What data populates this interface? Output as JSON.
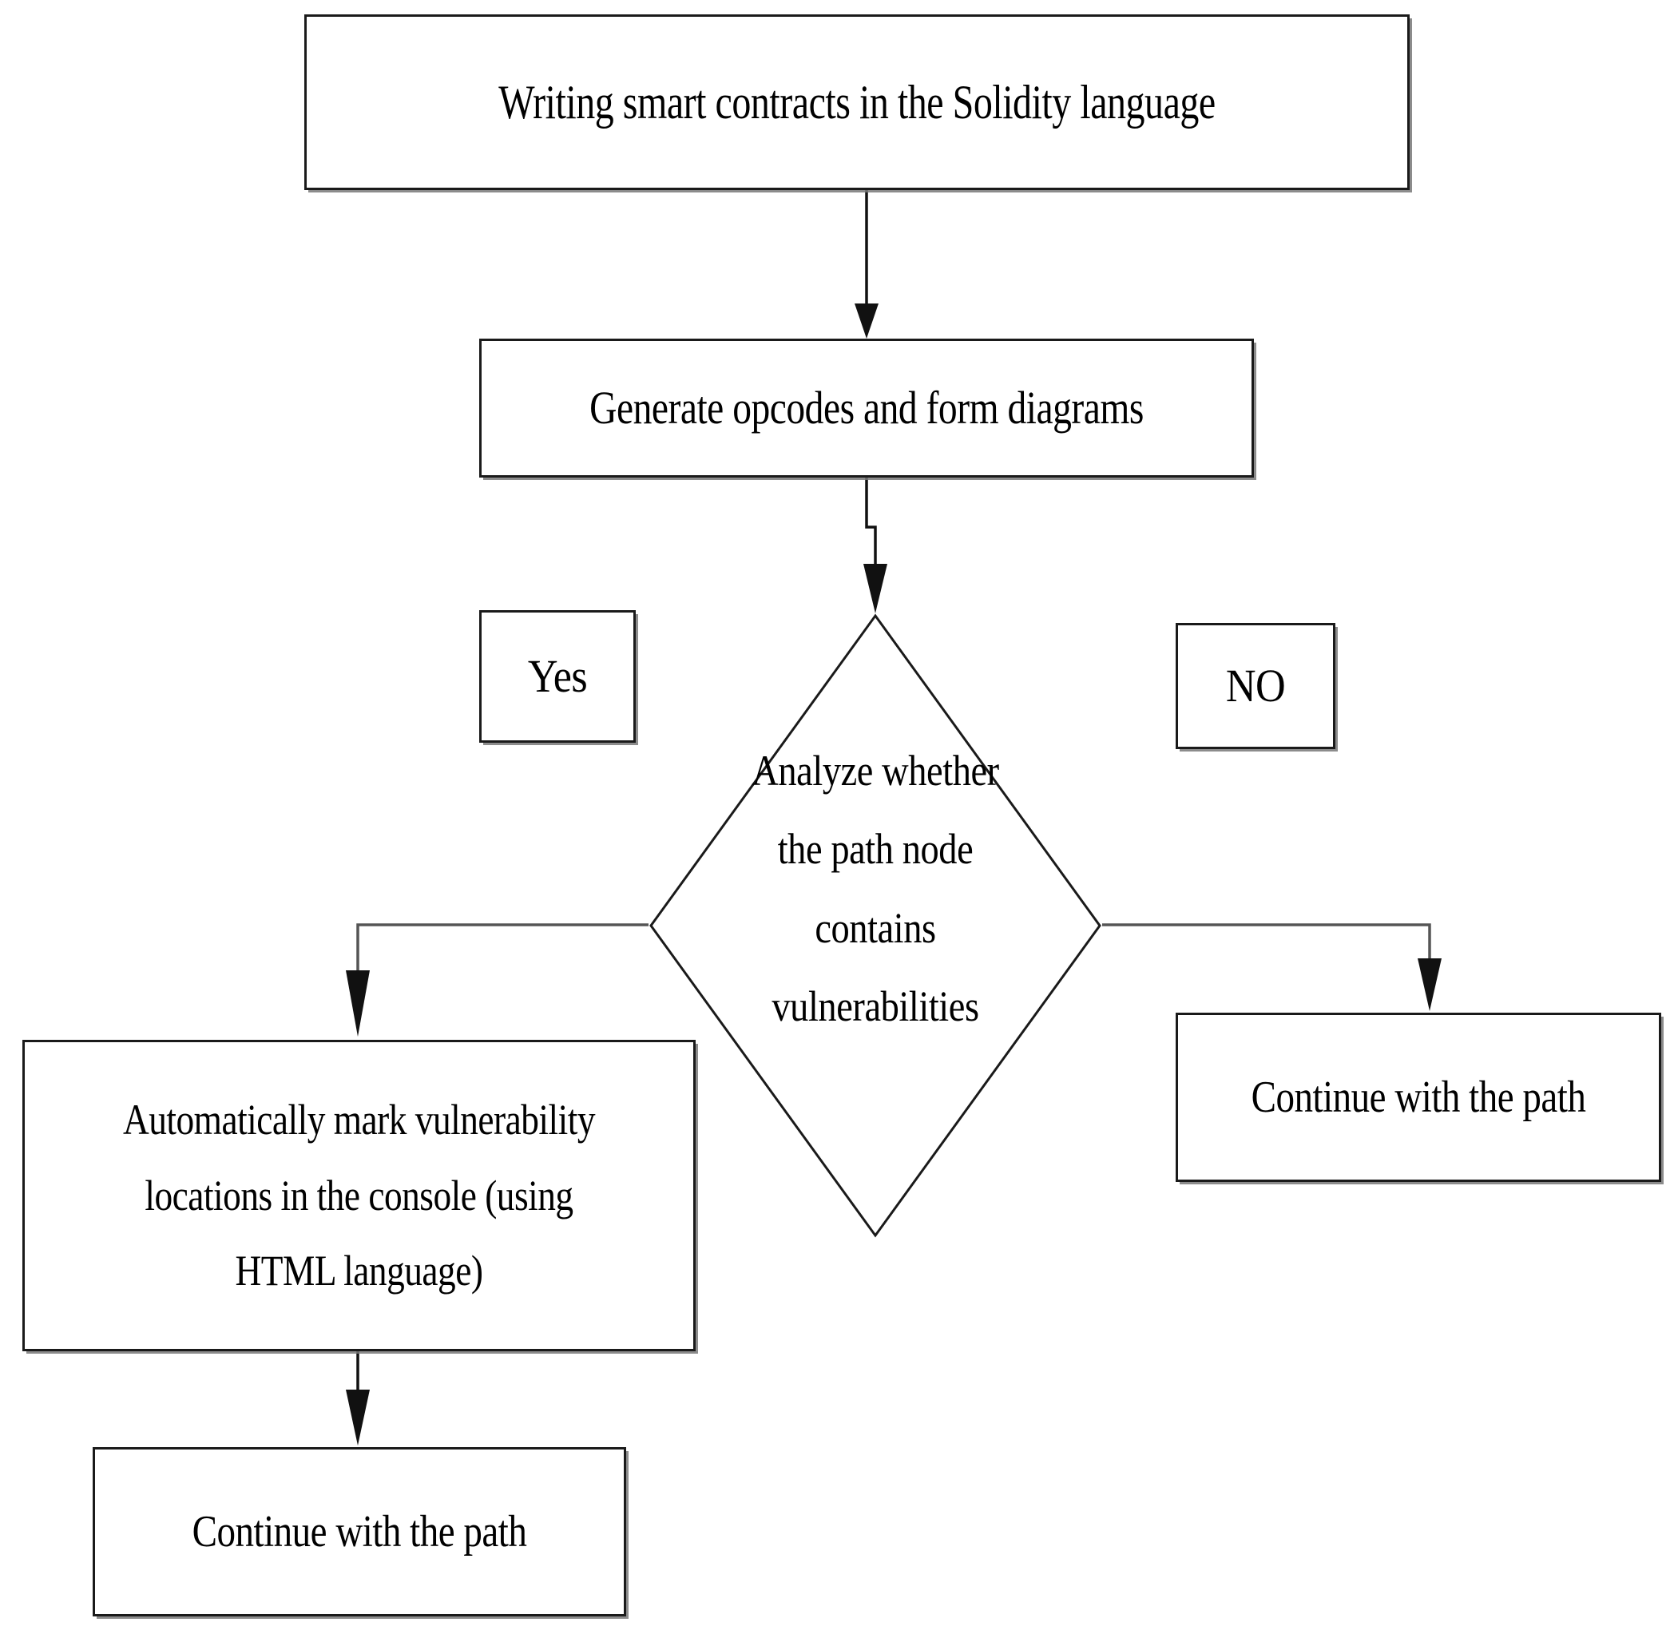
{
  "diagram": {
    "title_text": "Writing smart contracts in the Solidity language",
    "type": "flowchart",
    "background_color": "#ffffff",
    "line_color": "#1a1a1a",
    "text_color": "#000000"
  },
  "nodes": {
    "write_contracts": {
      "label": "Writing smart contracts in the Solidity language",
      "shape": "rectangle"
    },
    "generate_opcodes": {
      "label": "Generate opcodes and form diagrams",
      "shape": "rectangle"
    },
    "decision": {
      "shape": "diamond",
      "lines": [
        "Analyze whether",
        "the path node",
        "contains",
        "vulnerabilities"
      ],
      "full_label": "Analyze whether the path node contains vulnerabilities"
    },
    "mark_vulnerability": {
      "shape": "rectangle",
      "lines": [
        "Automatically mark vulnerability",
        "locations in the console (using",
        "HTML language)"
      ],
      "full_label": "Automatically mark vulnerability locations in the console (using HTML language)"
    },
    "continue_right": {
      "label": "Continue with the path",
      "shape": "rectangle"
    },
    "continue_bottom": {
      "label": "Continue with the path",
      "shape": "rectangle"
    }
  },
  "branch_labels": {
    "yes": "Yes",
    "no": "NO"
  },
  "edges": [
    {
      "from": "write_contracts",
      "to": "generate_opcodes",
      "label": ""
    },
    {
      "from": "generate_opcodes",
      "to": "decision",
      "label": ""
    },
    {
      "from": "decision",
      "to": "mark_vulnerability",
      "label": "Yes"
    },
    {
      "from": "decision",
      "to": "continue_right",
      "label": "NO"
    },
    {
      "from": "mark_vulnerability",
      "to": "continue_bottom",
      "label": ""
    }
  ]
}
